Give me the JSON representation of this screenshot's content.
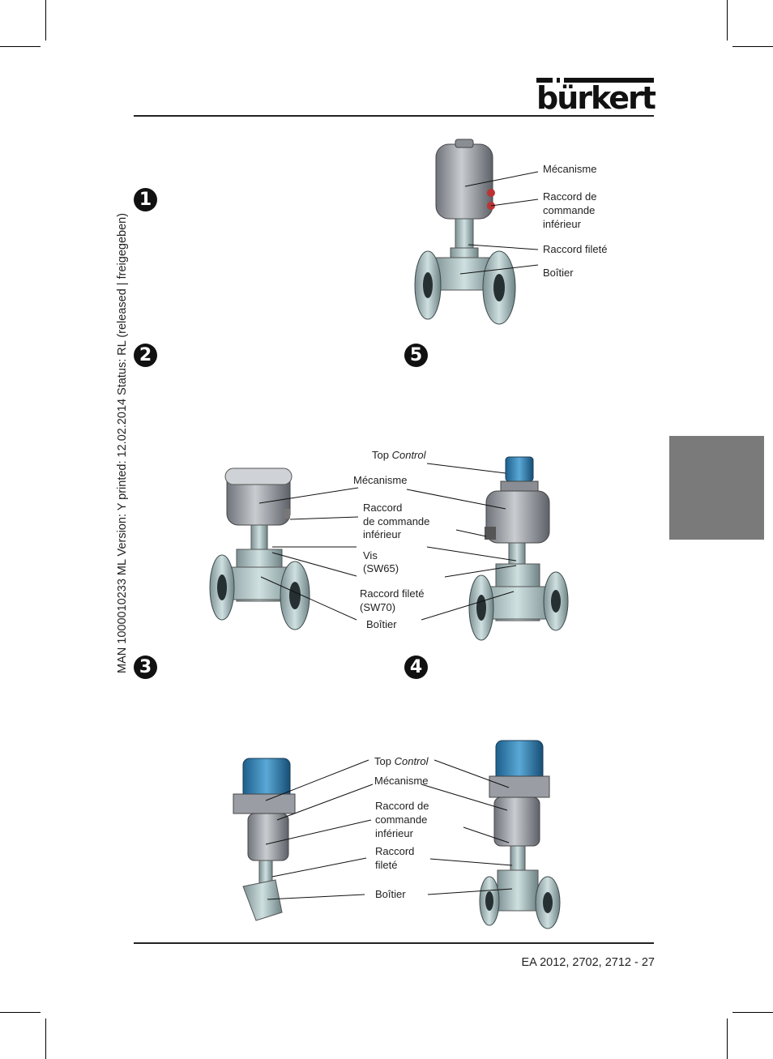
{
  "header": {
    "logo_text": "bürkert"
  },
  "side_text": "MAN  1000010233  ML  Version: Y   printed: 12.02.2014 Status: RL (released | freigegeben)",
  "footer": {
    "page_ref": "EA 2012, 2702, 2712  -  27"
  },
  "markers": [
    "1",
    "2",
    "5",
    "3",
    "4"
  ],
  "figure_1": {
    "labels": {
      "mecanisme": "Mécanisme",
      "raccord_commande_1": "Raccord de",
      "raccord_commande_2": "commande",
      "raccord_commande_3": "inférieur",
      "raccord_filete": "Raccord fileté",
      "boitier": "Boîtier"
    }
  },
  "figure_2": {
    "labels": {
      "top": "Top",
      "control": "Control",
      "mecanisme": "Mécanisme",
      "raccord_1": "Raccord",
      "raccord_2": "de commande",
      "raccord_3": "inférieur",
      "vis_1": "Vis",
      "vis_2": "(SW65)",
      "raccord_filete_1": "Raccord fileté",
      "raccord_filete_2": "(SW70)",
      "boitier": "Boîtier"
    }
  },
  "figure_3": {
    "labels": {
      "top": "Top",
      "control": "Control",
      "mecanisme": "Mécanisme",
      "raccord_1": "Raccord de",
      "raccord_2": "commande",
      "raccord_3": "inférieur",
      "filete_1": "Raccord",
      "filete_2": "fileté",
      "boitier": "Boîtier"
    }
  }
}
